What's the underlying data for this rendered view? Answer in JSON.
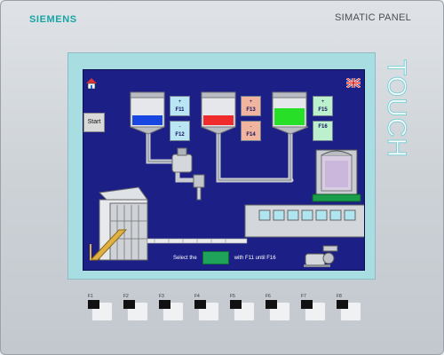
{
  "device": {
    "brand": "SIEMENS",
    "model": "SIMATIC PANEL",
    "touch_label": "TOUCH",
    "colors": {
      "brand": "#18a4a4",
      "screen": "#1c1f86",
      "bezel": "#a8dde2"
    }
  },
  "hmi": {
    "start_label": "Start",
    "tanks": [
      {
        "name": "tank-blue",
        "liquid_color": "#1746e0",
        "keys": [
          {
            "arrow": "+",
            "label": "F11"
          },
          {
            "arrow": "-",
            "label": "F12"
          }
        ]
      },
      {
        "name": "tank-red",
        "liquid_color": "#ef2b2b",
        "keys": [
          {
            "arrow": "+",
            "label": "F13"
          },
          {
            "arrow": "-",
            "label": "F14"
          }
        ]
      },
      {
        "name": "tank-green",
        "liquid_color": "#27df27",
        "keys": [
          {
            "arrow": "+",
            "label": "F15"
          },
          {
            "arrow": "",
            "label": "F16"
          }
        ]
      }
    ],
    "hint_before": "Select the",
    "hint_after": "with F11 until F16",
    "icons": [
      "home-icon",
      "uk-flag-icon",
      "valve-icon",
      "pump-icon",
      "mixer-icon",
      "building-icon",
      "conveyor-icon"
    ]
  },
  "softkeys": [
    "F1",
    "F2",
    "F3",
    "F4",
    "F5",
    "F6",
    "F7",
    "F8"
  ]
}
